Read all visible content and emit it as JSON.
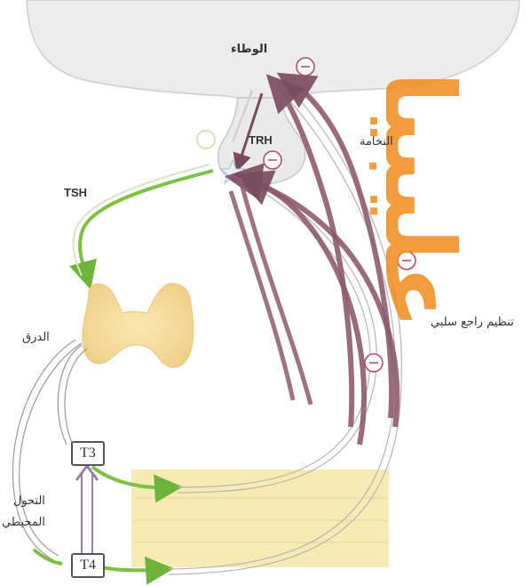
{
  "labels": {
    "hypothalamus": "الوطاء",
    "pituitary": "النخامة",
    "thyroid": "الدرق",
    "feedback": "تنظيم راجع سلبي",
    "peripheral_conversion": "التحول\nالمحيطي",
    "trh": "TRH",
    "tsh": "TSH",
    "t3": "T3",
    "t4": "T4",
    "minus_sign": "−"
  },
  "watermark": "عليبيا",
  "colors": {
    "stimulation_arrow": "#7cc242",
    "feedback_arrow": "#8e5b6f",
    "thyroid_gland": "#f5dc97",
    "target_tissue": "#f5e6a8",
    "brain": "#e9e9e9",
    "watermark": "#f08a1e"
  },
  "icons": [
    "minus-circle-icon"
  ]
}
